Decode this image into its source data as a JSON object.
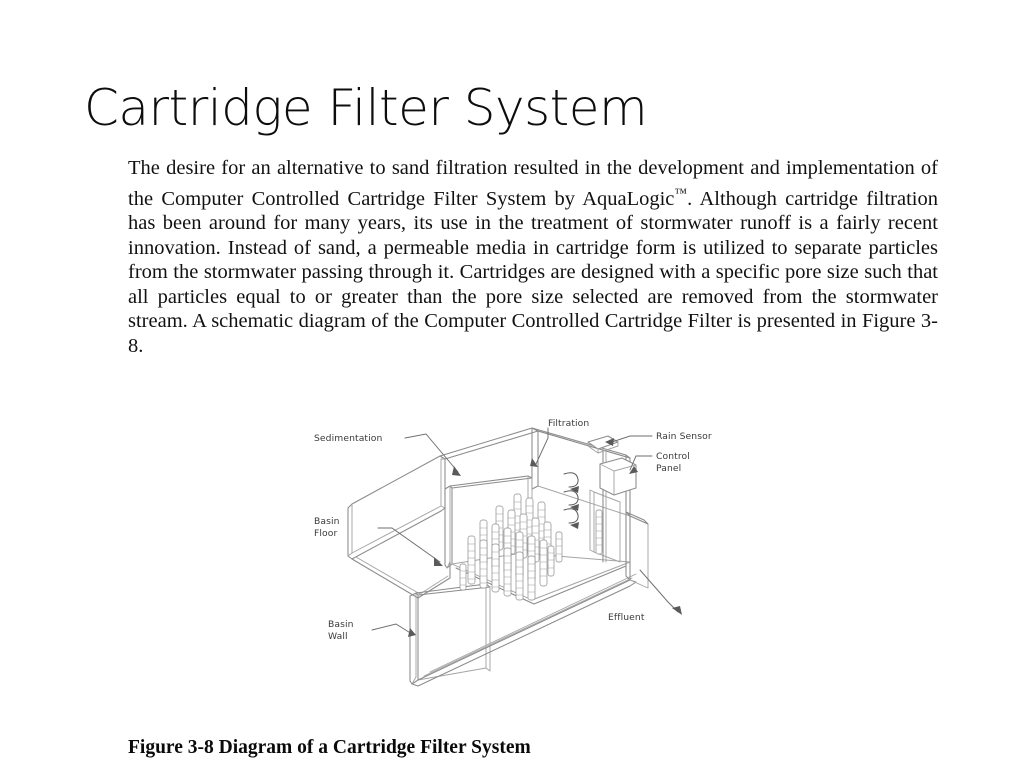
{
  "slide": {
    "title": "Cartridge Filter System",
    "background_color": "#ffffff",
    "text_color": "#000000"
  },
  "body": {
    "paragraph_part1": "The desire for an alternative to sand filtration resulted in the development and implementation of the Computer Controlled Cartridge Filter System by AquaLogic",
    "trademark_symbol": "™",
    "paragraph_part2": ". Although cartridge filtration has been around for many years, its use in the treatment of stormwater runoff is a fairly recent innovation.  Instead of sand, a permeable media in cartridge form is utilized to separate particles from the stormwater passing through it. Cartridges are designed with a specific pore size such that all particles equal to or greater than the pore size selected are removed from the stormwater stream.  A schematic diagram of the Computer Controlled Cartridge Filter is presented in Figure 3-8."
  },
  "figure": {
    "caption": "Figure 3-8 Diagram of a Cartridge Filter System",
    "diagram_type": "isometric-line-drawing",
    "line_color": "#8b8b8b",
    "label_color": "#3a3a3a",
    "labels": {
      "sedimentation": "Sedimentation",
      "filtration": "Filtration",
      "rain_sensor": "Rain Sensor",
      "control_panel_line1": "Control",
      "control_panel_line2": "Panel",
      "basin_floor_line1": "Basin",
      "basin_floor_line2": "Floor",
      "basin_wall_line1": "Basin",
      "basin_wall_line2": "Wall",
      "effluent": "Effluent"
    }
  }
}
